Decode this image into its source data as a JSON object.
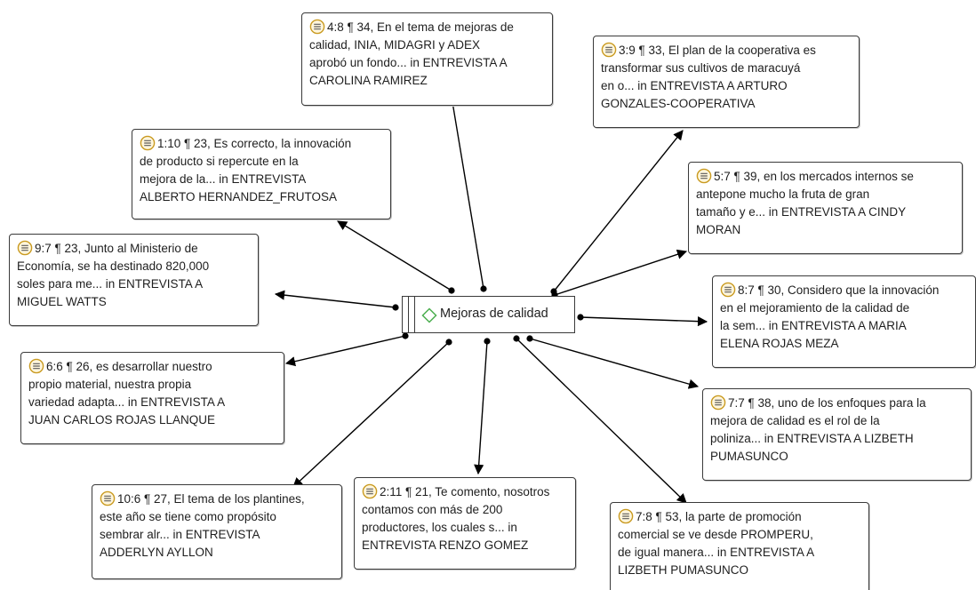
{
  "icons": {
    "quotation": "quotation-icon",
    "code": "code-diamond-icon"
  },
  "colors": {
    "code_icon": "#4caf50",
    "quotation_icon": "#c99a20"
  },
  "code": {
    "label": "Mejoras de calidad"
  },
  "quotations": [
    {
      "id": "q-4-8",
      "ref": "4:8 ¶ 34",
      "lines": [
        "4:8 ¶ 34, En el tema de mejoras de",
        "calidad, INIA, MIDAGRI y ADEX",
        "aprobó un fondo... in ENTREVISTA A",
        "CAROLINA RAMIREZ"
      ]
    },
    {
      "id": "q-3-9",
      "ref": "3:9 ¶ 33",
      "lines": [
        "3:9 ¶ 33, El plan de la cooperativa es",
        "transformar sus cultivos de maracuyá",
        "en o... in ENTREVISTA A ARTURO",
        "GONZALES-COOPERATIVA"
      ]
    },
    {
      "id": "q-1-10",
      "ref": "1:10 ¶ 23",
      "lines": [
        "1:10 ¶ 23, Es correcto, la innovación",
        "de producto si repercute en la",
        "mejora de la... in ENTREVISTA",
        "ALBERTO HERNANDEZ_FRUTOSA"
      ]
    },
    {
      "id": "q-5-7",
      "ref": "5:7 ¶ 39",
      "lines": [
        "5:7 ¶ 39, en los mercados internos se",
        "antepone mucho la fruta de gran",
        "tamaño y e... in ENTREVISTA A CINDY",
        "MORAN"
      ]
    },
    {
      "id": "q-9-7",
      "ref": "9:7 ¶ 23",
      "lines": [
        "9:7 ¶ 23, Junto al Ministerio de",
        "Economía, se ha destinado 820,000",
        "soles para me... in ENTREVISTA A",
        "MIGUEL WATTS"
      ]
    },
    {
      "id": "q-8-7",
      "ref": "8:7 ¶ 30",
      "lines": [
        "8:7 ¶ 30, Considero que la innovación",
        "en el mejoramiento de la calidad de",
        "la sem... in ENTREVISTA A MARIA",
        "ELENA ROJAS MEZA"
      ]
    },
    {
      "id": "q-6-6",
      "ref": "6:6 ¶ 26",
      "lines": [
        "6:6 ¶ 26, es desarrollar nuestro",
        "propio material, nuestra propia",
        "variedad adapta... in ENTREVISTA A",
        "JUAN CARLOS ROJAS LLANQUE"
      ]
    },
    {
      "id": "q-7-7",
      "ref": "7:7 ¶ 38",
      "lines": [
        "7:7 ¶ 38, uno de los enfoques para la",
        "mejora de calidad es el rol de la",
        "poliniza... in ENTREVISTA A LIZBETH",
        "PUMASUNCO"
      ]
    },
    {
      "id": "q-10-6",
      "ref": "10:6 ¶ 27",
      "lines": [
        "10:6 ¶ 27, El tema de los plantines,",
        "este año se tiene como propósito",
        "sembrar alr... in ENTREVISTA",
        "ADDERLYN AYLLON"
      ]
    },
    {
      "id": "q-2-11",
      "ref": "2:11 ¶ 21",
      "lines": [
        "2:11 ¶ 21, Te comento, nosotros",
        "contamos con más de 200",
        "productores, los cuales s... in",
        "ENTREVISTA  RENZO GOMEZ"
      ]
    },
    {
      "id": "q-7-8",
      "ref": "7:8 ¶ 53",
      "lines": [
        "7:8 ¶ 53, la parte de promoción",
        "comercial se ve desde PROMPERU,",
        "de igual manera... in ENTREVISTA A",
        "LIZBETH PUMASUNCO"
      ]
    }
  ]
}
